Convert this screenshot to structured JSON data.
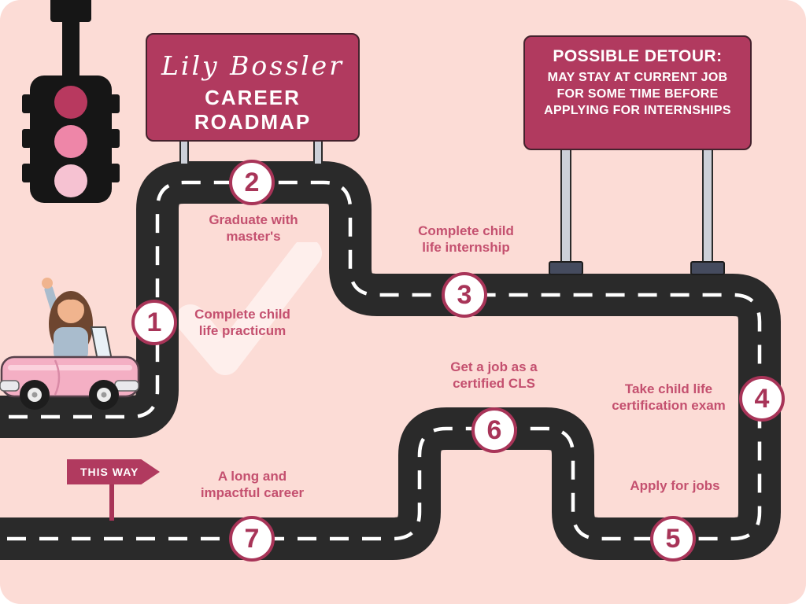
{
  "page": {
    "background_color": "#fcdcd6",
    "accent_color": "#b13a5f",
    "road_color": "#2a2a2a",
    "label_color": "#c4506f"
  },
  "title_sign": {
    "name_script": "Lily Bossler",
    "title": "CAREER ROADMAP"
  },
  "detour_sign": {
    "heading": "POSSIBLE DETOUR:",
    "lines": [
      "MAY STAY AT CURRENT JOB",
      "FOR SOME TIME BEFORE",
      "APPLYING FOR INTERNSHIPS"
    ]
  },
  "this_way_sign": {
    "label": "THIS WAY"
  },
  "milestones": [
    {
      "number": "1",
      "lines": [
        "Complete child",
        "life practicum"
      ]
    },
    {
      "number": "2",
      "lines": [
        "Graduate with",
        "master's"
      ]
    },
    {
      "number": "3",
      "lines": [
        "Complete child",
        "life internship"
      ]
    },
    {
      "number": "4",
      "lines": [
        "Take child life",
        "certification exam"
      ]
    },
    {
      "number": "5",
      "lines": [
        "Apply for jobs"
      ]
    },
    {
      "number": "6",
      "lines": [
        "Get a job as a",
        "certified CLS"
      ]
    },
    {
      "number": "7",
      "lines": [
        "A long and",
        "impactful career"
      ]
    }
  ],
  "icons": {
    "traffic_light": "traffic-light-icon",
    "car": "pink-car-with-driver-icon",
    "checkmark": "checkmark-watermark-icon",
    "this_way_arrow": "right-arrow-sign-icon"
  }
}
